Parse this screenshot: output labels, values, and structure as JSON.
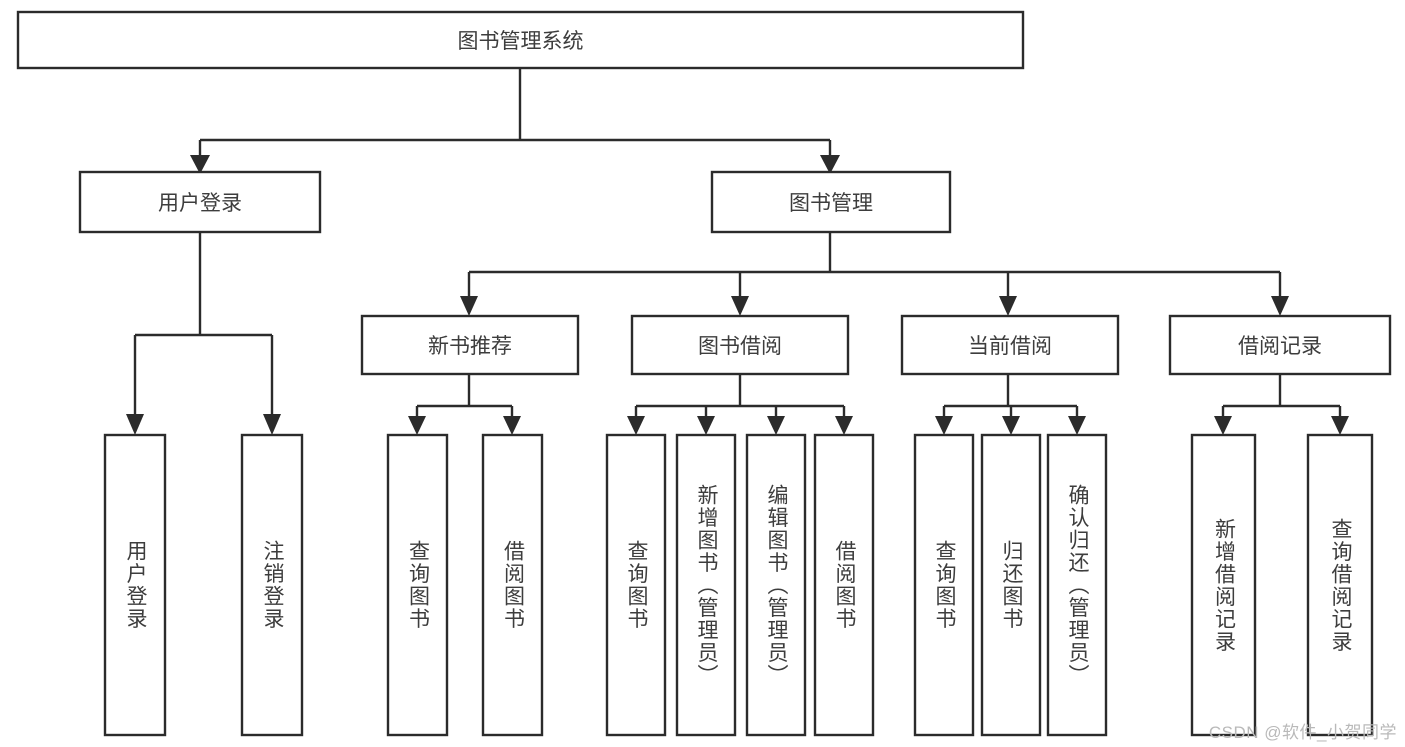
{
  "diagram": {
    "title": "图书管理系统",
    "watermark": "CSDN @软件_小贺同学",
    "colors": {
      "box_stroke": "#2b2b2b",
      "box_fill": "#ffffff",
      "text": "#3d3d3d",
      "background": "#ffffff",
      "watermark": "#b9b9b9"
    },
    "root": {
      "label": "图书管理系统"
    },
    "level2": [
      {
        "label": "用户登录"
      },
      {
        "label": "图书管理"
      }
    ],
    "level3": [
      {
        "label": "新书推荐"
      },
      {
        "label": "图书借阅"
      },
      {
        "label": "当前借阅"
      },
      {
        "label": "借阅记录"
      }
    ],
    "leaves": {
      "user_login": [
        {
          "label": "用户登录"
        },
        {
          "label": "注销登录"
        }
      ],
      "new_book_recommend": [
        {
          "label": "查询图书"
        },
        {
          "label": "借阅图书"
        }
      ],
      "book_borrow": [
        {
          "label": "查询图书"
        },
        {
          "label": "新增图书（管理员）"
        },
        {
          "label": "编辑图书（管理员）"
        },
        {
          "label": "借阅图书"
        }
      ],
      "current_borrow": [
        {
          "label": "查询图书"
        },
        {
          "label": "归还图书"
        },
        {
          "label": "确认归还（管理员）"
        }
      ],
      "borrow_record": [
        {
          "label": "新增借阅记录"
        },
        {
          "label": "查询借阅记录"
        }
      ]
    }
  }
}
